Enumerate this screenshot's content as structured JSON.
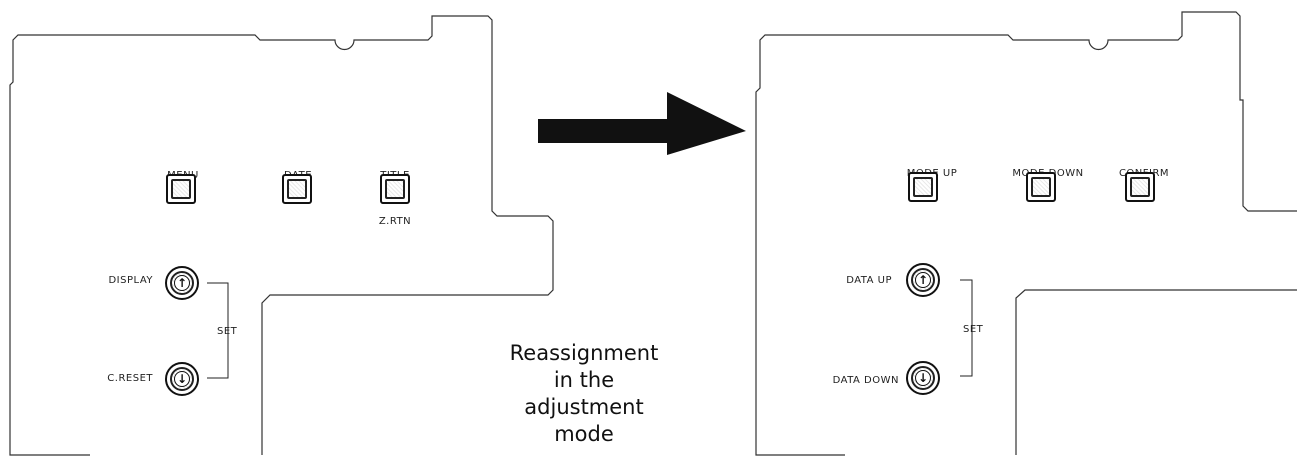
{
  "left_panel": {
    "buttons": [
      "MENU",
      "DATE",
      "TITLE"
    ],
    "sub_label": "Z.RTN",
    "up_label": "DISPLAY",
    "down_label": "C.RESET",
    "set_label": "SET",
    "up_icon": "↑",
    "down_icon": "↓"
  },
  "right_panel": {
    "buttons": [
      "MODE UP",
      "MODE DOWN",
      "CONFIRM"
    ],
    "up_label": "DATA UP",
    "down_label": "DATA DOWN",
    "set_label": "SET",
    "up_icon": "↑",
    "down_icon": "↓"
  },
  "caption": [
    "Reassignment",
    "in the",
    "adjustment mode"
  ],
  "arrow_icon": "right-arrow-icon"
}
